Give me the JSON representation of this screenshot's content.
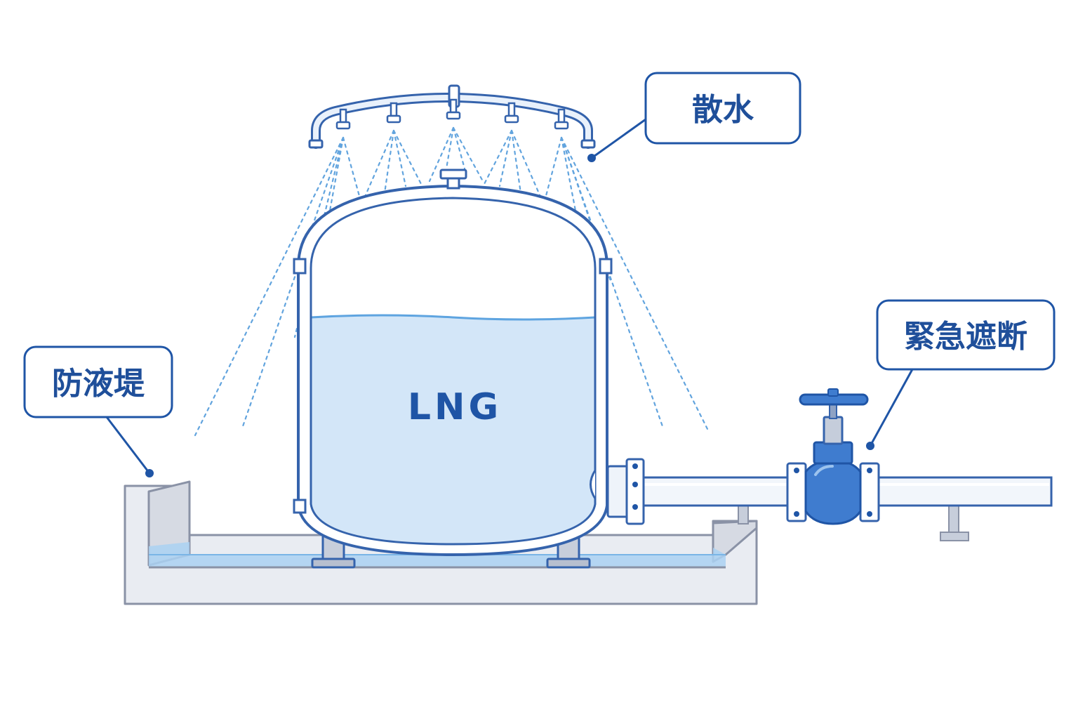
{
  "colors": {
    "outline": "#3563ac",
    "accent": "#1f55a6",
    "label_text": "#1f4f9a",
    "liquid": "#d3e6f8",
    "liquid_surface": "#5ea4e0",
    "dike_fill": "#e9ecf2",
    "dike_stroke": "#8a92a6",
    "dike_water": "#aad1f2",
    "spray": "#62a4de",
    "pipe": "#f2f6fb",
    "valve_body": "#3f7ccf",
    "background": "#ffffff"
  },
  "icons": {
    "sprinkler": "sprinkler-ring-icon",
    "valve": "gate-valve-icon"
  },
  "tank": {
    "label": "LNG"
  },
  "callouts": {
    "water_spray": {
      "label": "散水"
    },
    "emergency_shutoff": {
      "label": "緊急遮断"
    },
    "dike": {
      "label": "防液堤"
    }
  }
}
